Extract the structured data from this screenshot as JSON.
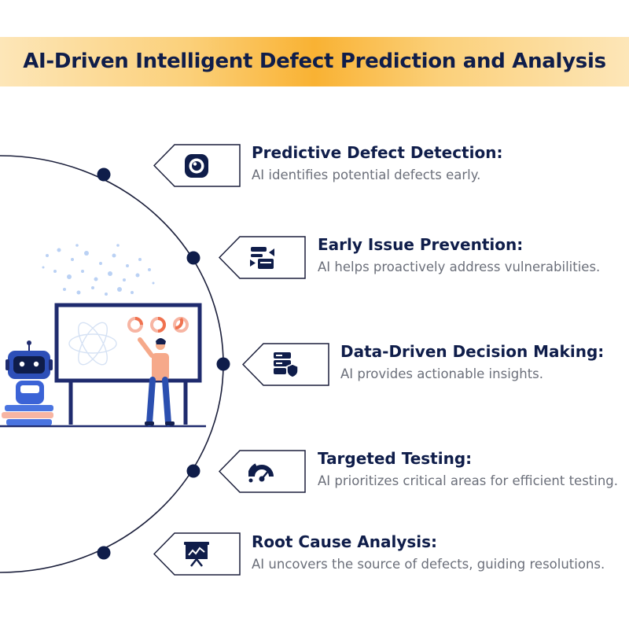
{
  "title": "AI-Driven Intelligent Defect Prediction and Analysis",
  "colors": {
    "navy": "#0f1d4a",
    "accent": "#f9b233",
    "text_gray": "#6b6f7a"
  },
  "items": [
    {
      "title": "Predictive Defect Detection:",
      "desc": "AI identifies potential defects early.",
      "icon": "eye-target-icon"
    },
    {
      "title": "Early Issue Prevention:",
      "desc": "AI helps proactively address vulnerabilities.",
      "icon": "list-arrows-icon"
    },
    {
      "title": "Data-Driven Decision Making:",
      "desc": "AI provides actionable insights.",
      "icon": "database-shield-icon"
    },
    {
      "title": "Targeted Testing:",
      "desc": "AI prioritizes critical areas for efficient testing.",
      "icon": "gauge-icon"
    },
    {
      "title": "Root Cause Analysis:",
      "desc": "AI uncovers the source of defects, guiding resolutions.",
      "icon": "presentation-chart-icon"
    }
  ],
  "illustration": "robot-and-presenter-whiteboard-illustration"
}
